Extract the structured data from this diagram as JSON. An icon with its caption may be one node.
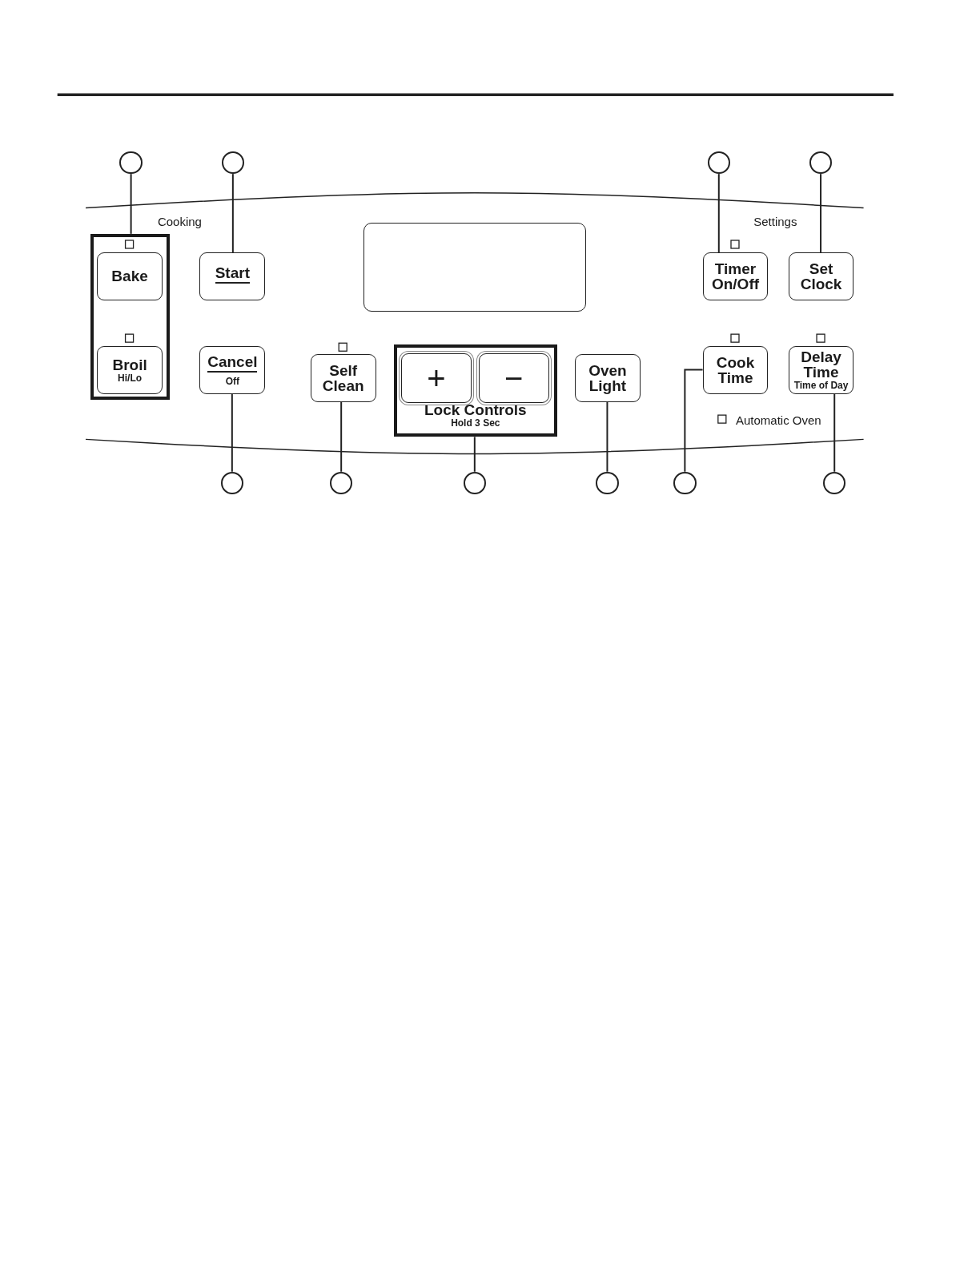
{
  "diagram": {
    "nodes": [
      {
        "text": [],
        "shape": "circle"
      },
      {
        "text": [],
        "shape": "circle"
      },
      {
        "text": [],
        "shape": "circle"
      },
      {
        "text": [],
        "shape": "circle"
      },
      {
        "text": [],
        "shape": "box"
      },
      {
        "text": [
          "Bake"
        ],
        "in": 4
      },
      {
        "text": [
          "Start"
        ]
      },
      {
        "text": [],
        "shape": "box"
      },
      {
        "text": [
          "Timer On/Off"
        ]
      },
      {
        "text": [
          "Set Clock"
        ]
      },
      {
        "text": [
          "Broil",
          "Hi/Lo"
        ],
        "in": 4
      },
      {
        "text": [
          "Cancel",
          "Off"
        ]
      },
      {
        "text": [
          "Self Clean"
        ]
      },
      {
        "text": [
          "Lock Controls",
          "Hold 3 Sec"
        ]
      },
      {
        "text": [
          "+"
        ],
        "in": 13
      },
      {
        "text": [
          "−"
        ],
        "in": 13
      },
      {
        "text": [
          "Oven Light"
        ]
      },
      {
        "text": [
          "Cook Time"
        ]
      },
      {
        "text": [
          "Delay Time",
          "Time of Day"
        ]
      },
      {
        "text": [],
        "shape": "circle"
      },
      {
        "text": [],
        "shape": "circle"
      },
      {
        "text": [],
        "shape": "circle"
      },
      {
        "text": [],
        "shape": "circle"
      },
      {
        "text": [],
        "shape": "circle"
      },
      {
        "text": [],
        "shape": "circle"
      }
    ],
    "edges": [
      {
        "from": 0,
        "to": 4,
        "arrow": "none"
      },
      {
        "from": 1,
        "to": 6,
        "arrow": "none"
      },
      {
        "from": 2,
        "to": 8,
        "arrow": "none"
      },
      {
        "from": 3,
        "to": 9,
        "arrow": "none"
      },
      {
        "from": 19,
        "to": 11,
        "arrow": "none"
      },
      {
        "from": 20,
        "to": 12,
        "arrow": "none"
      },
      {
        "from": 21,
        "to": 13,
        "arrow": "none"
      },
      {
        "from": 22,
        "to": 16,
        "arrow": "none"
      },
      {
        "from": 23,
        "to": 17,
        "arrow": "none"
      },
      {
        "from": 24,
        "to": 18,
        "arrow": "none"
      }
    ],
    "labels": [
      "Cooking",
      "Settings",
      "Automatic Oven"
    ]
  }
}
